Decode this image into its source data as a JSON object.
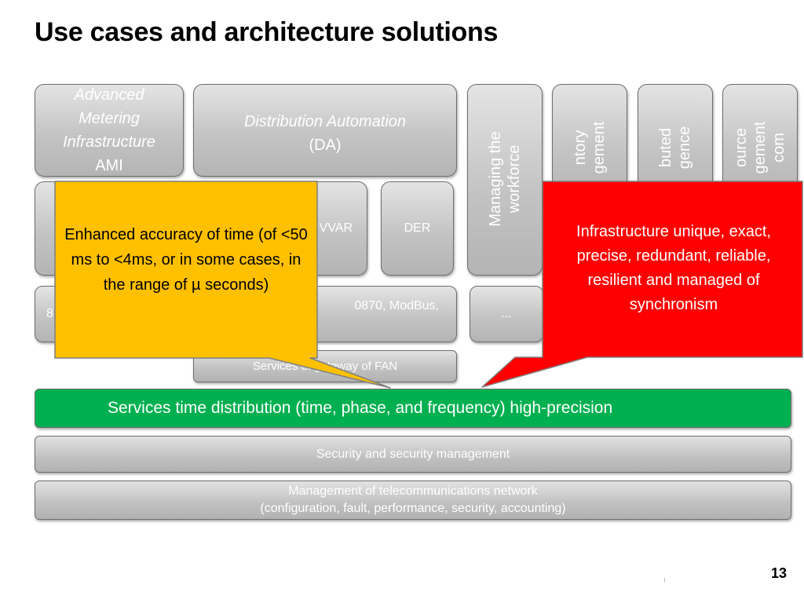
{
  "title": "Use cases and architecture solutions",
  "page_number": "13",
  "row1": {
    "ami_lines": [
      "Advanced",
      "Metering",
      "Infrastructure"
    ],
    "ami_short": "AMI",
    "da_line": "Distribution Automation",
    "da_short": "(DA)"
  },
  "vertical": {
    "workforce": [
      "Managing the",
      "workforce"
    ],
    "inventory": [
      "ntory",
      "gement"
    ],
    "distributed": [
      "buted",
      "gence"
    ],
    "resource": [
      "ource",
      "gement",
      "com"
    ]
  },
  "row2": {
    "voltvar": "VVAR",
    "der": "DER"
  },
  "row3": {
    "protocols": [
      "0870, ModBus,"
    ],
    "left_fragment": "8",
    "ellipsis": "..."
  },
  "gateway": "Services of gateway of FAN",
  "green_bar": "Services time distribution (time, phase, and frequency) high-precision",
  "security": "Security and security management",
  "management": {
    "line1": "Management of telecommunications network",
    "line2": "(configuration, fault, performance, security, accounting)"
  },
  "callout_yellow": {
    "text": "Enhanced accuracy of time (of <50 ms to  <4ms, or in some cases, in the range of µ seconds)",
    "color": "#ffc000"
  },
  "callout_red": {
    "text": "Infrastructure unique, exact, precise, redundant, reliable, resilient and managed of synchronism",
    "color": "#ff0000"
  },
  "colors": {
    "green": "#00b050",
    "box_text": "#ffffff"
  }
}
